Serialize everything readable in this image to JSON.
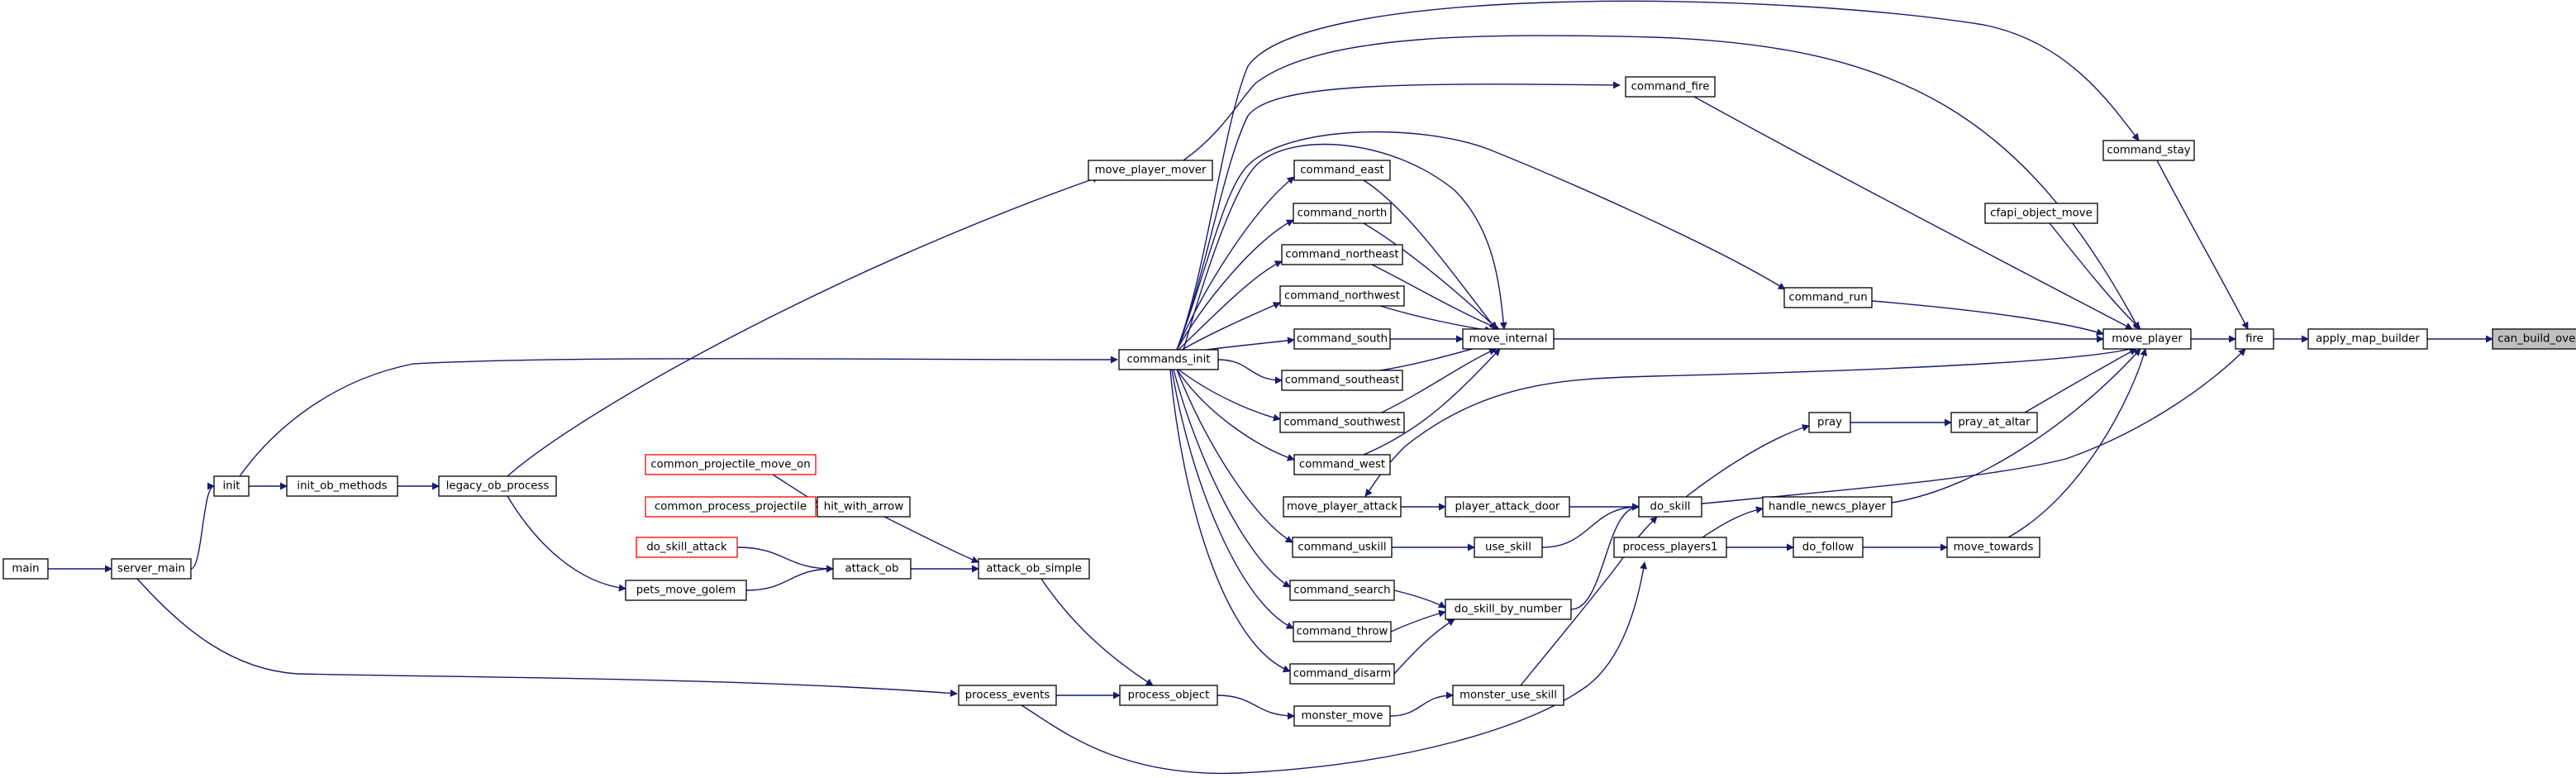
{
  "diagram": {
    "type": "call-graph",
    "colors": {
      "edge": "#191970",
      "node_border": "#000000",
      "truncated_border": "#ff0000",
      "highlight_fill": "#bfbfbf"
    },
    "nodes": [
      {
        "id": "can_build_over",
        "label": "can_build_over",
        "style": "highlight"
      },
      {
        "id": "apply_map_builder",
        "label": "apply_map_builder"
      },
      {
        "id": "fire",
        "label": "fire"
      },
      {
        "id": "command_stay",
        "label": "command_stay"
      },
      {
        "id": "move_player",
        "label": "move_player"
      },
      {
        "id": "cfapi_object_move",
        "label": "cfapi_object_move"
      },
      {
        "id": "command_fire",
        "label": "command_fire"
      },
      {
        "id": "command_run",
        "label": "command_run"
      },
      {
        "id": "move_internal",
        "label": "move_internal"
      },
      {
        "id": "pray_at_altar",
        "label": "pray_at_altar"
      },
      {
        "id": "pray",
        "label": "pray"
      },
      {
        "id": "handle_newcs_player",
        "label": "handle_newcs_player"
      },
      {
        "id": "move_towards",
        "label": "move_towards"
      },
      {
        "id": "do_follow",
        "label": "do_follow"
      },
      {
        "id": "process_players1",
        "label": "process_players1"
      },
      {
        "id": "do_skill",
        "label": "do_skill"
      },
      {
        "id": "player_attack_door",
        "label": "player_attack_door"
      },
      {
        "id": "use_skill",
        "label": "use_skill"
      },
      {
        "id": "do_skill_by_number",
        "label": "do_skill_by_number"
      },
      {
        "id": "monster_use_skill",
        "label": "monster_use_skill"
      },
      {
        "id": "monster_move",
        "label": "monster_move"
      },
      {
        "id": "move_player_attack",
        "label": "move_player_attack"
      },
      {
        "id": "command_east",
        "label": "command_east"
      },
      {
        "id": "command_north",
        "label": "command_north"
      },
      {
        "id": "command_northeast",
        "label": "command_northeast"
      },
      {
        "id": "command_northwest",
        "label": "command_northwest"
      },
      {
        "id": "command_south",
        "label": "command_south"
      },
      {
        "id": "command_southeast",
        "label": "command_southeast"
      },
      {
        "id": "command_southwest",
        "label": "command_southwest"
      },
      {
        "id": "command_west",
        "label": "command_west"
      },
      {
        "id": "command_uskill",
        "label": "command_uskill"
      },
      {
        "id": "command_search",
        "label": "command_search"
      },
      {
        "id": "command_throw",
        "label": "command_throw"
      },
      {
        "id": "command_disarm",
        "label": "command_disarm"
      },
      {
        "id": "move_player_mover",
        "label": "move_player_mover"
      },
      {
        "id": "commands_init",
        "label": "commands_init"
      },
      {
        "id": "process_object",
        "label": "process_object"
      },
      {
        "id": "process_events",
        "label": "process_events"
      },
      {
        "id": "attack_ob_simple",
        "label": "attack_ob_simple"
      },
      {
        "id": "attack_ob",
        "label": "attack_ob"
      },
      {
        "id": "hit_with_arrow",
        "label": "hit_with_arrow"
      },
      {
        "id": "common_projectile_move_on",
        "label": "common_projectile_move_on",
        "style": "truncated"
      },
      {
        "id": "common_process_projectile",
        "label": "common_process_projectile",
        "style": "truncated"
      },
      {
        "id": "do_skill_attack",
        "label": "do_skill_attack",
        "style": "truncated"
      },
      {
        "id": "pets_move_golem",
        "label": "pets_move_golem"
      },
      {
        "id": "legacy_ob_process",
        "label": "legacy_ob_process"
      },
      {
        "id": "init_ob_methods",
        "label": "init_ob_methods"
      },
      {
        "id": "init",
        "label": "init"
      },
      {
        "id": "server_main",
        "label": "server_main"
      },
      {
        "id": "main",
        "label": "main"
      }
    ],
    "edges": [
      [
        "apply_map_builder",
        "can_build_over"
      ],
      [
        "fire",
        "apply_map_builder"
      ],
      [
        "command_stay",
        "fire"
      ],
      [
        "move_player",
        "fire"
      ],
      [
        "do_skill",
        "fire"
      ],
      [
        "commands_init",
        "command_stay"
      ],
      [
        "cfapi_object_move",
        "move_player"
      ],
      [
        "command_fire",
        "move_player"
      ],
      [
        "command_run",
        "move_player"
      ],
      [
        "move_internal",
        "move_player"
      ],
      [
        "pray_at_altar",
        "move_player"
      ],
      [
        "handle_newcs_player",
        "move_player"
      ],
      [
        "move_towards",
        "move_player"
      ],
      [
        "move_player_mover",
        "move_player"
      ],
      [
        "move_player",
        "move_player_attack"
      ],
      [
        "commands_init",
        "command_fire"
      ],
      [
        "commands_init",
        "command_run"
      ],
      [
        "command_east",
        "move_internal"
      ],
      [
        "command_north",
        "move_internal"
      ],
      [
        "command_northeast",
        "move_internal"
      ],
      [
        "command_northwest",
        "move_internal"
      ],
      [
        "command_south",
        "move_internal"
      ],
      [
        "command_southeast",
        "move_internal"
      ],
      [
        "command_southwest",
        "move_internal"
      ],
      [
        "command_west",
        "move_internal"
      ],
      [
        "pray",
        "pray_at_altar"
      ],
      [
        "do_skill",
        "pray"
      ],
      [
        "process_players1",
        "handle_newcs_player"
      ],
      [
        "do_follow",
        "move_towards"
      ],
      [
        "process_players1",
        "do_follow"
      ],
      [
        "process_events",
        "process_players1"
      ],
      [
        "player_attack_door",
        "do_skill"
      ],
      [
        "use_skill",
        "do_skill"
      ],
      [
        "do_skill_by_number",
        "do_skill"
      ],
      [
        "monster_use_skill",
        "do_skill"
      ],
      [
        "move_player_attack",
        "player_attack_door"
      ],
      [
        "command_uskill",
        "use_skill"
      ],
      [
        "command_search",
        "do_skill_by_number"
      ],
      [
        "command_throw",
        "do_skill_by_number"
      ],
      [
        "command_disarm",
        "do_skill_by_number"
      ],
      [
        "monster_move",
        "monster_use_skill"
      ],
      [
        "process_object",
        "monster_move"
      ],
      [
        "commands_init",
        "command_east"
      ],
      [
        "commands_init",
        "command_north"
      ],
      [
        "commands_init",
        "command_northeast"
      ],
      [
        "commands_init",
        "command_northwest"
      ],
      [
        "commands_init",
        "command_south"
      ],
      [
        "commands_init",
        "command_southeast"
      ],
      [
        "commands_init",
        "command_southwest"
      ],
      [
        "commands_init",
        "command_west"
      ],
      [
        "commands_init",
        "command_uskill"
      ],
      [
        "commands_init",
        "command_search"
      ],
      [
        "commands_init",
        "command_throw"
      ],
      [
        "commands_init",
        "command_disarm"
      ],
      [
        "commands_init",
        "move_internal"
      ],
      [
        "legacy_ob_process",
        "move_player_mover"
      ],
      [
        "init",
        "commands_init"
      ],
      [
        "process_events",
        "process_object"
      ],
      [
        "attack_ob_simple",
        "process_object"
      ],
      [
        "server_main",
        "process_events"
      ],
      [
        "attack_ob",
        "attack_ob_simple"
      ],
      [
        "hit_with_arrow",
        "attack_ob_simple"
      ],
      [
        "do_skill_attack",
        "attack_ob"
      ],
      [
        "pets_move_golem",
        "attack_ob"
      ],
      [
        "common_projectile_move_on",
        "hit_with_arrow"
      ],
      [
        "common_process_projectile",
        "hit_with_arrow"
      ],
      [
        "legacy_ob_process",
        "pets_move_golem"
      ],
      [
        "init_ob_methods",
        "legacy_ob_process"
      ],
      [
        "init",
        "init_ob_methods"
      ],
      [
        "server_main",
        "init"
      ],
      [
        "main",
        "server_main"
      ]
    ]
  }
}
